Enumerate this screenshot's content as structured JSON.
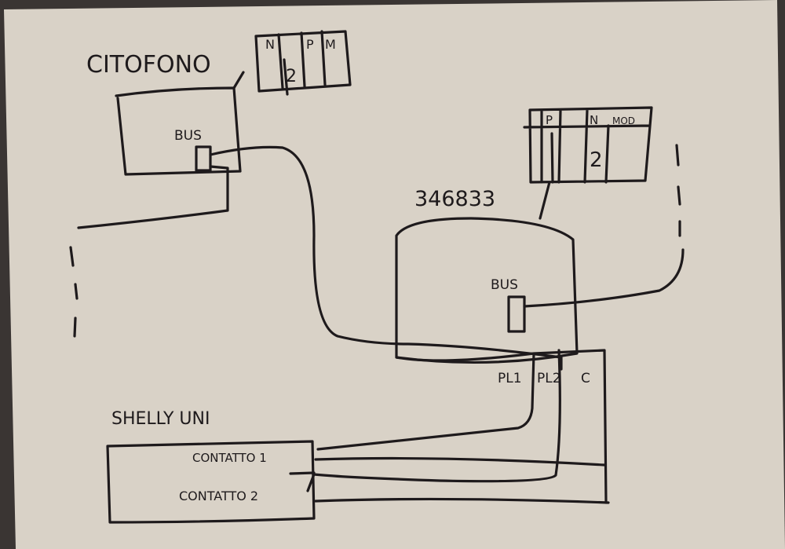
{
  "colors": {
    "paper": "#d9d2c7",
    "ink": "#1e1a1c",
    "background": "#3a3533"
  },
  "intercom": {
    "title": "CITOFONO",
    "bus_label": "BUS",
    "terminals": {
      "col1": "N",
      "col1_value": "2",
      "col2": "P",
      "col3": "M"
    }
  },
  "module": {
    "code": "346833",
    "bus_label": "BUS",
    "terminals": {
      "col1": "P",
      "col2": "N",
      "col2_value": "2",
      "col3": "MOD"
    },
    "outputs": [
      "PL1",
      "PL2",
      "C"
    ]
  },
  "shelly": {
    "title": "SHELLY UNI",
    "contact1": "CONTATTO 1",
    "contact2": "CONTATTO 2"
  }
}
